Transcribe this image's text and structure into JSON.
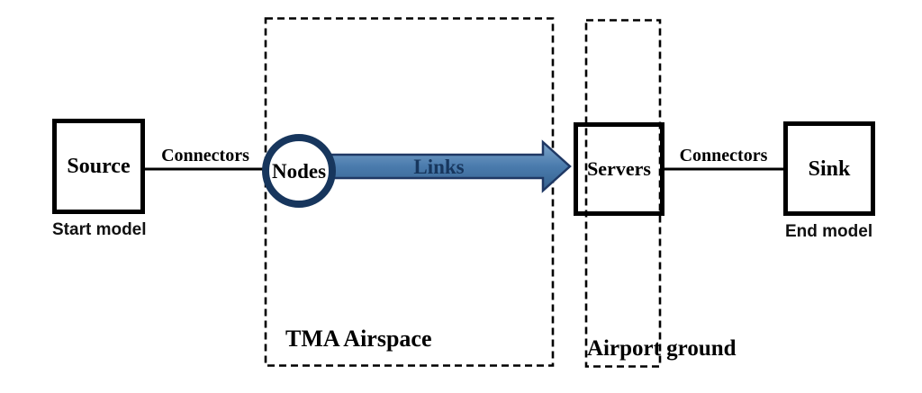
{
  "diagram": {
    "title_context": "Simulation model flow diagram",
    "source": {
      "label": "Source",
      "caption": "Start model"
    },
    "sink": {
      "label": "Sink",
      "caption": "End model"
    },
    "nodes": {
      "label": "Nodes"
    },
    "links": {
      "label": "Links"
    },
    "servers": {
      "label": "Servers"
    },
    "connector_left": {
      "label": "Connectors"
    },
    "connector_right": {
      "label": "Connectors"
    },
    "regions": {
      "tma_airspace": {
        "label": "TMA Airspace"
      },
      "airport_ground": {
        "label": "Airport ground"
      }
    }
  },
  "colors": {
    "arrow_border": "#1F3864",
    "arrow_fill_light": "#7FA6CA",
    "arrow_fill_mid": "#4A7BAD",
    "arrow_fill_dark": "#35618D",
    "node_ring": "#17365D",
    "links_text": "#17365D",
    "line_color": "#000000"
  }
}
